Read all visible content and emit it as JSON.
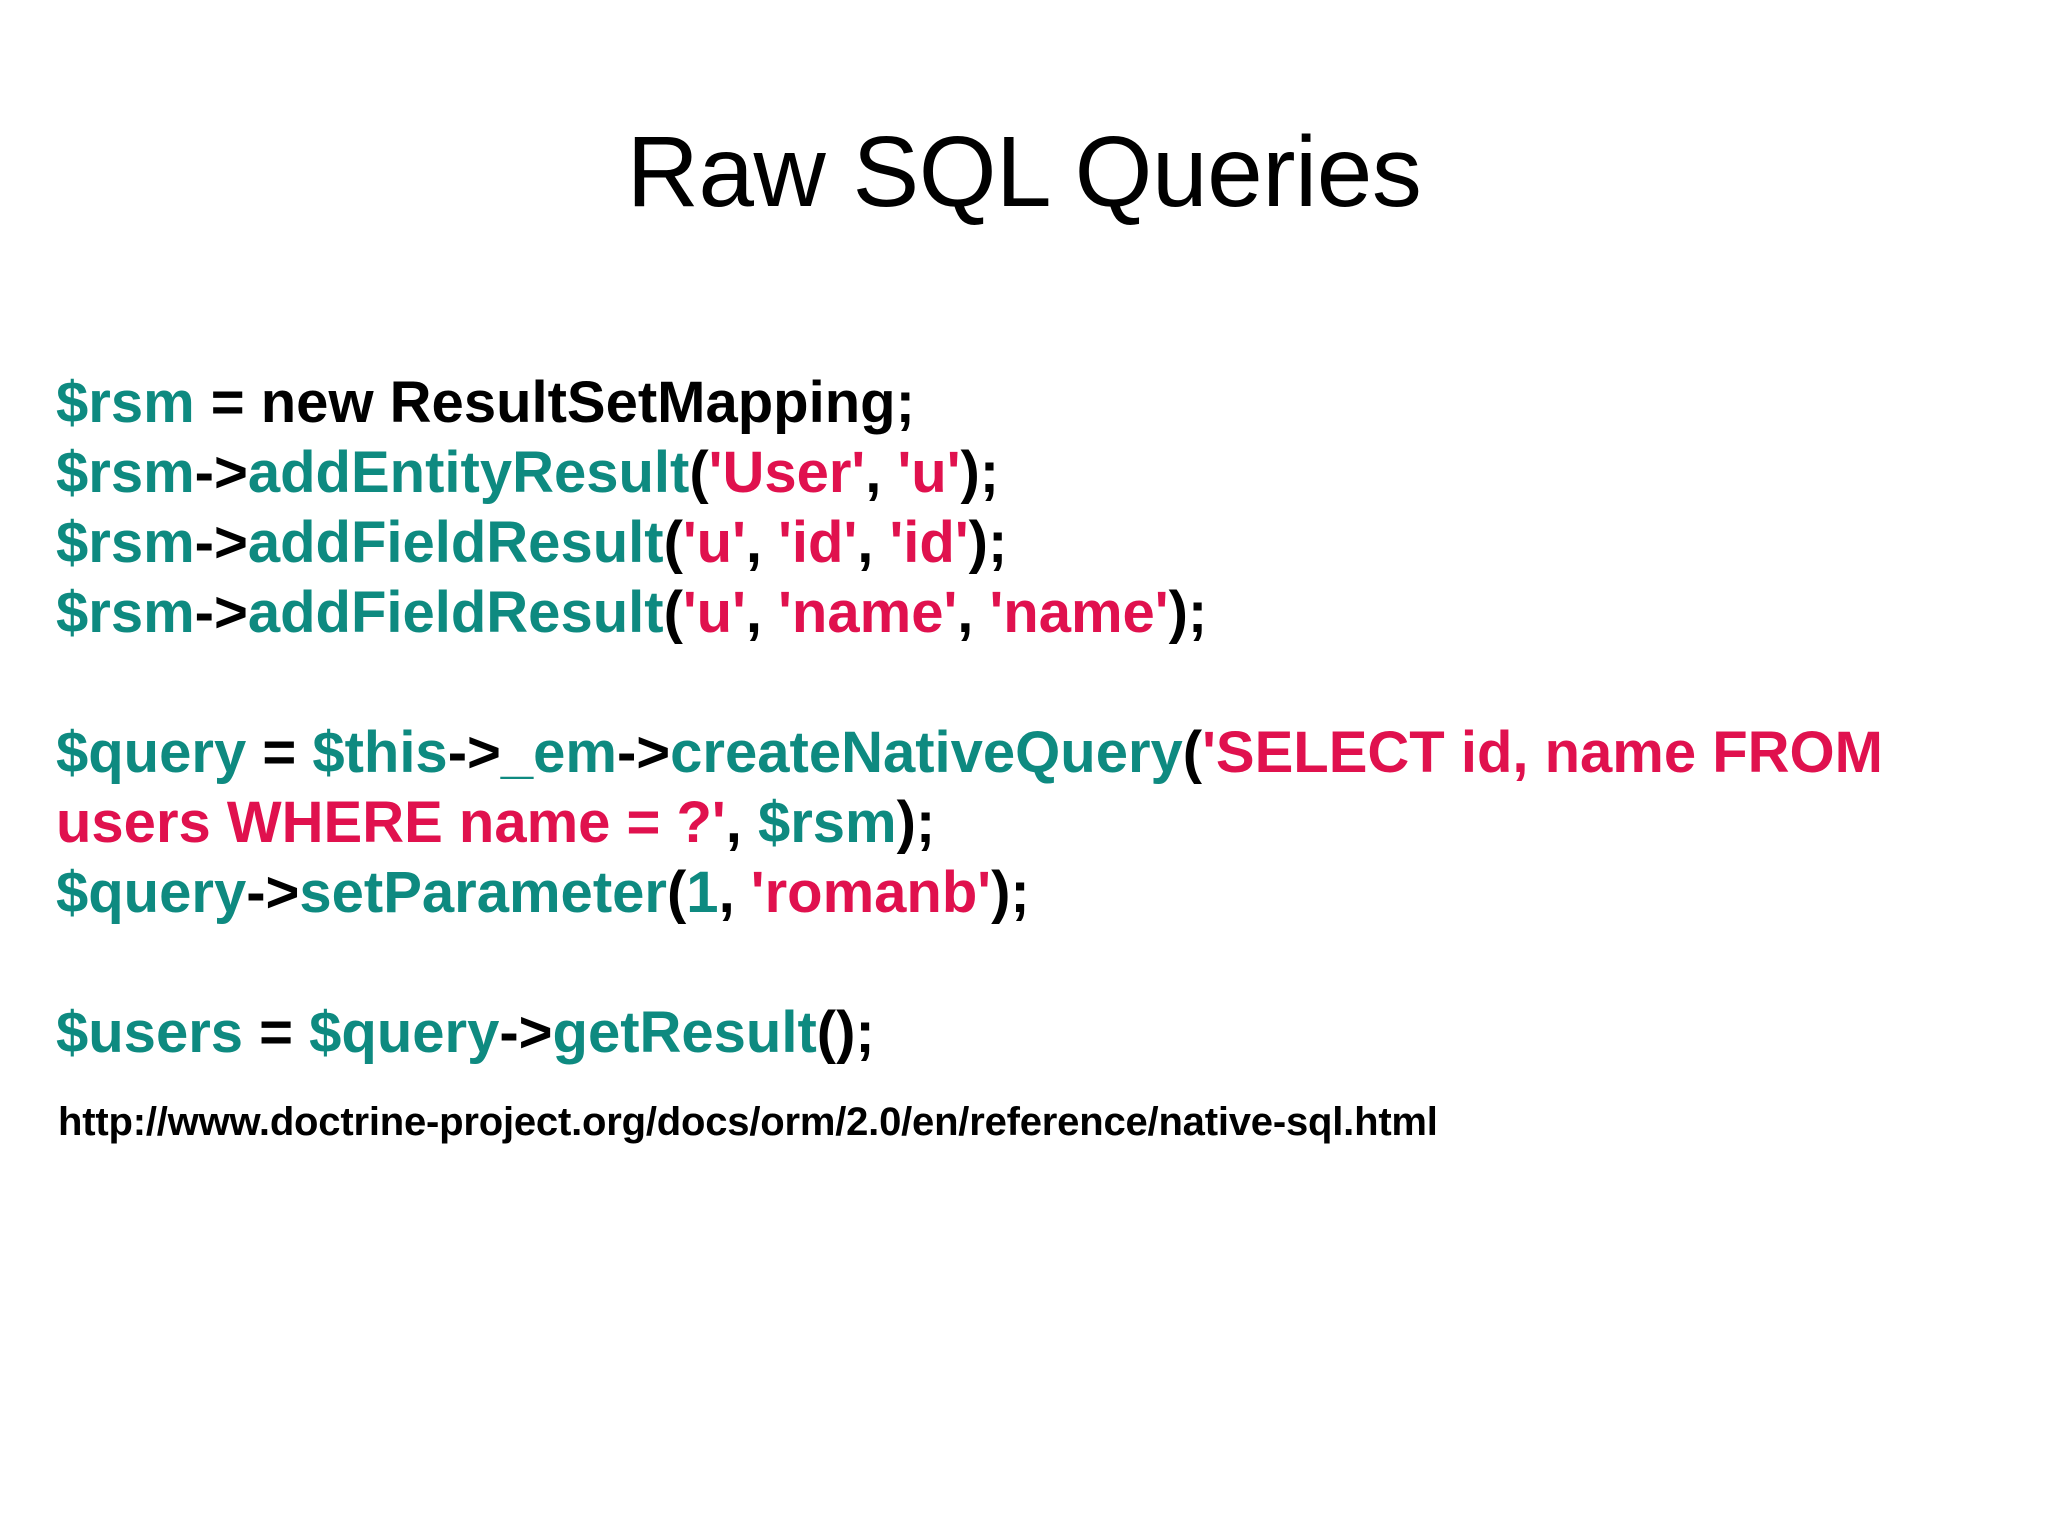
{
  "slide": {
    "title": "Raw SQL Queries",
    "background_color": "#ffffff",
    "code": {
      "colors": {
        "variable": "#0E8A80",
        "function": "#0E8A80",
        "string": "#E0114E",
        "punctuation": "#000000",
        "keyword": "#000000",
        "number": "#0E8A80"
      },
      "lines": [
        {
          "id": "line-1",
          "text": "$rsm = new ResultSetMapping;",
          "tokens": [
            {
              "t": "$rsm",
              "k": "var"
            },
            {
              "t": " = new ResultSetMapping;",
              "k": "kw"
            }
          ]
        },
        {
          "id": "line-2",
          "text": "$rsm->addEntityResult('User', 'u');",
          "tokens": [
            {
              "t": "$rsm",
              "k": "var"
            },
            {
              "t": "->",
              "k": "punct"
            },
            {
              "t": "addEntityResult",
              "k": "fn"
            },
            {
              "t": "(",
              "k": "punct"
            },
            {
              "t": "'User'",
              "k": "str"
            },
            {
              "t": ", ",
              "k": "punct"
            },
            {
              "t": "'u'",
              "k": "str"
            },
            {
              "t": ");",
              "k": "punct"
            }
          ]
        },
        {
          "id": "line-3",
          "text": "$rsm->addFieldResult('u', 'id', 'id');",
          "tokens": [
            {
              "t": "$rsm",
              "k": "var"
            },
            {
              "t": "->",
              "k": "punct"
            },
            {
              "t": "addFieldResult",
              "k": "fn"
            },
            {
              "t": "(",
              "k": "punct"
            },
            {
              "t": "'u'",
              "k": "str"
            },
            {
              "t": ", ",
              "k": "punct"
            },
            {
              "t": "'id'",
              "k": "str"
            },
            {
              "t": ", ",
              "k": "punct"
            },
            {
              "t": "'id'",
              "k": "str"
            },
            {
              "t": ");",
              "k": "punct"
            }
          ]
        },
        {
          "id": "line-4",
          "text": "$rsm->addFieldResult('u', 'name', 'name');",
          "tokens": [
            {
              "t": "$rsm",
              "k": "var"
            },
            {
              "t": "->",
              "k": "punct"
            },
            {
              "t": "addFieldResult",
              "k": "fn"
            },
            {
              "t": "(",
              "k": "punct"
            },
            {
              "t": "'u'",
              "k": "str"
            },
            {
              "t": ", ",
              "k": "punct"
            },
            {
              "t": "'name'",
              "k": "str"
            },
            {
              "t": ", ",
              "k": "punct"
            },
            {
              "t": "'name'",
              "k": "str"
            },
            {
              "t": ");",
              "k": "punct"
            }
          ]
        },
        {
          "id": "line-5",
          "text": "",
          "tokens": []
        },
        {
          "id": "line-6",
          "text": "$query = $this->_em->createNativeQuery('SELECT id, name FROM users WHERE name = ?', $rsm);",
          "tokens": [
            {
              "t": "$query",
              "k": "var"
            },
            {
              "t": " = ",
              "k": "kw"
            },
            {
              "t": "$this",
              "k": "var"
            },
            {
              "t": "->",
              "k": "punct"
            },
            {
              "t": "_em",
              "k": "fn"
            },
            {
              "t": "->",
              "k": "punct"
            },
            {
              "t": "createNativeQuery",
              "k": "fn"
            },
            {
              "t": "(",
              "k": "punct"
            },
            {
              "t": "'SELECT id, name FROM users WHERE name = ?'",
              "k": "str"
            },
            {
              "t": ", ",
              "k": "punct"
            },
            {
              "t": "$rsm",
              "k": "var"
            },
            {
              "t": ");",
              "k": "punct"
            }
          ]
        },
        {
          "id": "line-7",
          "text": "$query->setParameter(1, 'romanb');",
          "tokens": [
            {
              "t": "$query",
              "k": "var"
            },
            {
              "t": "->",
              "k": "punct"
            },
            {
              "t": "setParameter",
              "k": "fn"
            },
            {
              "t": "(",
              "k": "punct"
            },
            {
              "t": "1",
              "k": "num"
            },
            {
              "t": ", ",
              "k": "punct"
            },
            {
              "t": "'romanb'",
              "k": "str"
            },
            {
              "t": ");",
              "k": "punct"
            }
          ]
        },
        {
          "id": "line-8",
          "text": "",
          "tokens": []
        },
        {
          "id": "line-9",
          "text": "$users = $query->getResult();",
          "tokens": [
            {
              "t": "$users",
              "k": "var"
            },
            {
              "t": " = ",
              "k": "kw"
            },
            {
              "t": "$query",
              "k": "var"
            },
            {
              "t": "->",
              "k": "punct"
            },
            {
              "t": "getResult",
              "k": "fn"
            },
            {
              "t": "();",
              "k": "punct"
            }
          ]
        }
      ]
    },
    "reference_url": "http://www.doctrine-project.org/docs/orm/2.0/en/reference/native-sql.html"
  }
}
